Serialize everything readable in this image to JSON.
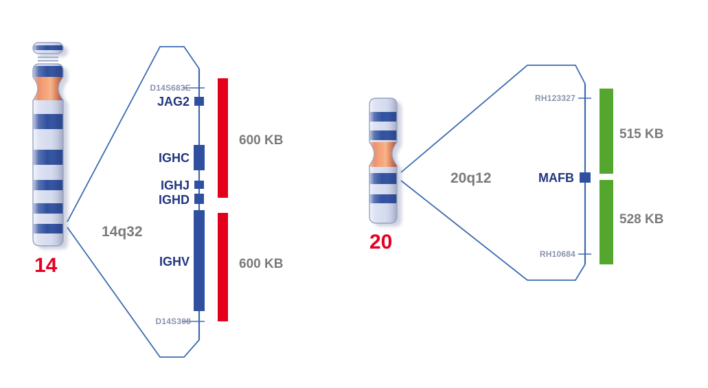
{
  "colors": {
    "band_dark": "#30509f",
    "band_light": "#d7ddf0",
    "centromere": "#e8541b",
    "line_blue": "#3a6ab0",
    "stalk": "#9aa6c9",
    "bar_red": "#e2001a",
    "bar_green": "#55a62f",
    "label_red": "#e60023",
    "label_gray": "#7a7a7a",
    "marker_gray_blue": "#8a93ad",
    "gene_navy": "#20367f"
  },
  "chromosome14": {
    "number": "14",
    "locus": "14q32",
    "marker_top": "D14S683E",
    "marker_bottom": "D14S308",
    "genes": {
      "jag2": "JAG2",
      "ighc": "IGHC",
      "ighj": "IGHJ",
      "ighd": "IGHD",
      "ighv": "IGHV"
    },
    "segment_top": "600 KB",
    "segment_bottom": "600 KB"
  },
  "chromosome20": {
    "number": "20",
    "locus": "20q12",
    "marker_top": "RH123327",
    "marker_bottom": "RH10684",
    "genes": {
      "mafb": "MAFB"
    },
    "segment_top": "515 KB",
    "segment_bottom": "528 KB"
  }
}
